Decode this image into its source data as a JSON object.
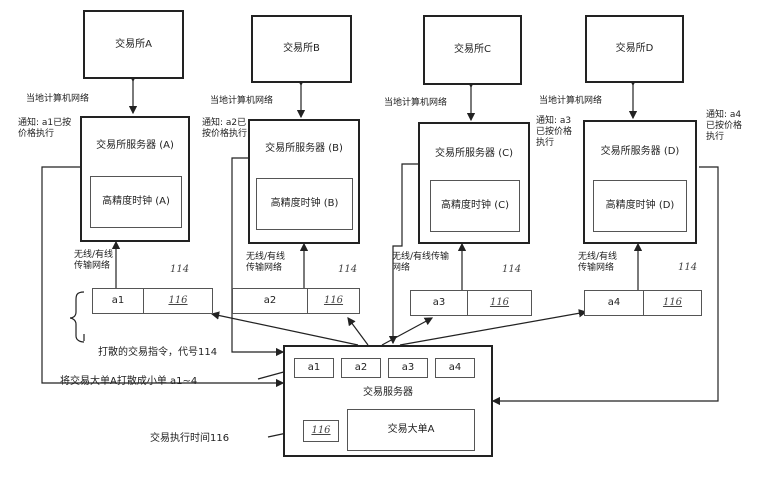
{
  "exchanges": [
    {
      "name": "交易所A",
      "network": "当地计算机网络",
      "notice": "通知: a1已按价格执行",
      "server": "交易所服务器 (A)",
      "clock": "高精度时钟 (A)",
      "link": "无线/有线传输网络",
      "ref": "114",
      "part": "a1",
      "time": "116"
    },
    {
      "name": "交易所B",
      "network": "当地计算机网络",
      "notice": "通知: a2已按价格执行",
      "server": "交易所服务器 (B)",
      "clock": "高精度时钟 (B)",
      "link": "无线/有线传输网络",
      "ref": "114",
      "part": "a2",
      "time": "116"
    },
    {
      "name": "交易所C",
      "network": "当地计算机网络",
      "notice": "通知: a3已按价格执行",
      "server": "交易所服务器 (C)",
      "clock": "高精度时钟 (C)",
      "link": "无线/有线传输网络",
      "ref": "114",
      "part": "a3",
      "time": "116"
    },
    {
      "name": "交易所D",
      "network": "当地计算机网络",
      "notice": "通知: a4已按价格执行",
      "server": "交易所服务器 (D)",
      "clock": "高精度时钟 (D)",
      "link": "无线/有线传输网络",
      "ref": "114",
      "part": "a4",
      "time": "116"
    }
  ],
  "trading_server": {
    "title": "交易服务器",
    "parts": [
      "a1",
      "a2",
      "a3",
      "a4"
    ],
    "time": "116",
    "big_order": "交易大单A"
  },
  "annotations": {
    "scattered": "打散的交易指令，代号114",
    "split": "将交易大单A打散成小单 a1~4",
    "exec_time": "交易执行时间116"
  }
}
